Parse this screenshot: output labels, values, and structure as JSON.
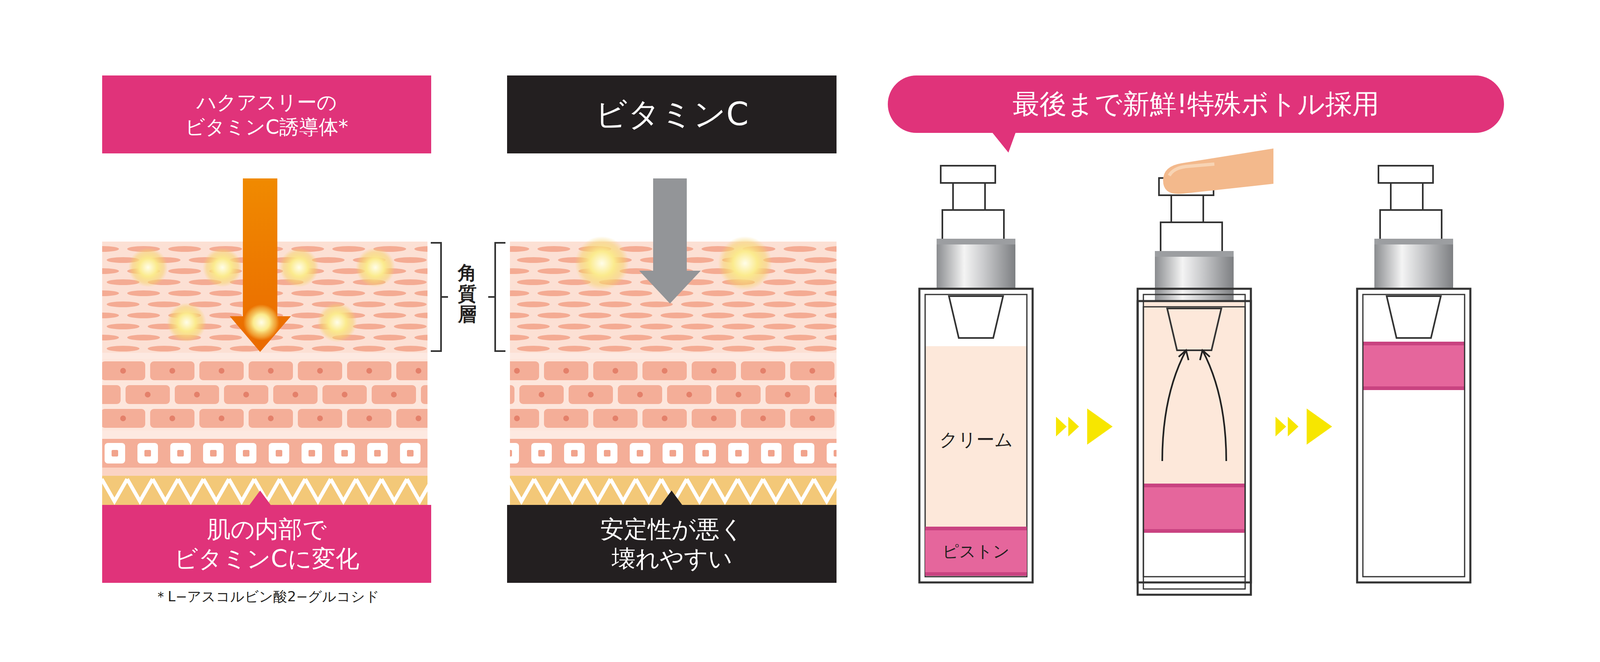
{
  "diagram": {
    "nodes": [
      {
        "text": [
          "ハクアスリーの ビタミンC誘導体*"
        ]
      },
      {
        "text": [
          "肌の内部で ビタミンCに変化"
        ]
      },
      {
        "text": [
          "ビタミンC"
        ]
      },
      {
        "text": [
          "安定性が悪く 壊れやすい"
        ]
      },
      {
        "text": [
          "最後まで新鮮!特殊ボトル採用"
        ]
      },
      {
        "text": [
          "クリーム"
        ]
      },
      {
        "text": [
          "ピストン"
        ]
      }
    ],
    "labels": [
      "角質層",
      "＊L−アスコルビン酸2−グルコシド"
    ]
  }
}
